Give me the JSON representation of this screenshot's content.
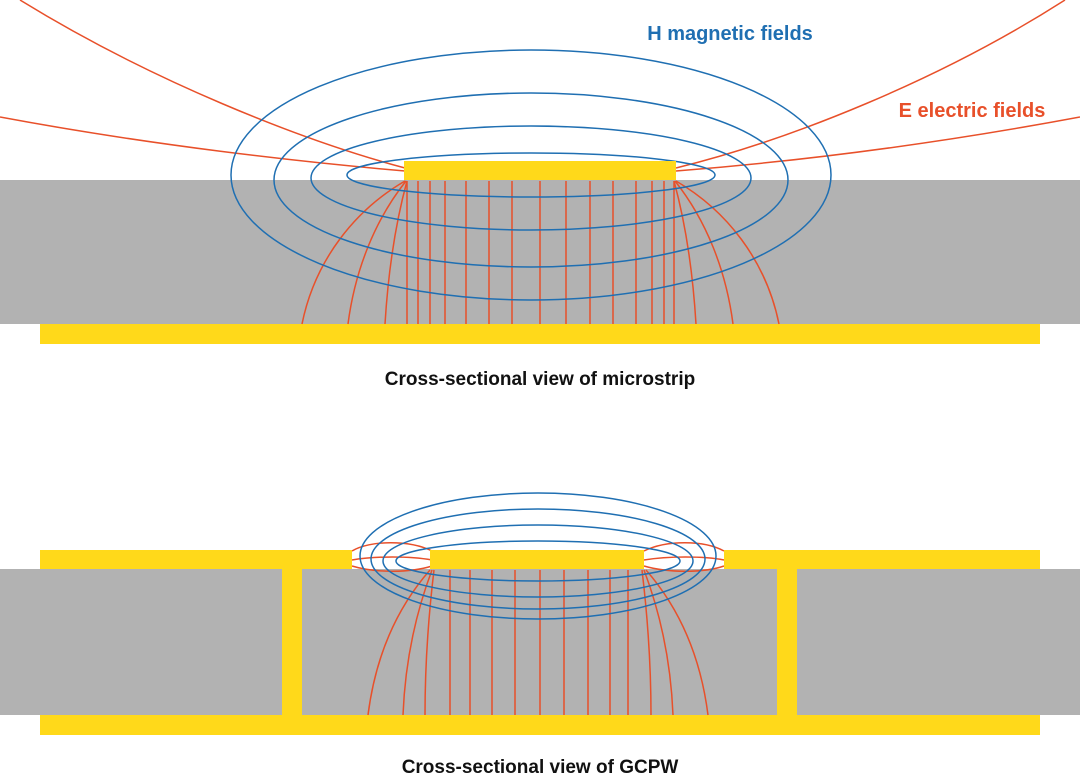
{
  "labels": {
    "h_field": "H magnetic fields",
    "e_field": "E electric fields",
    "microstrip_caption": "Cross-sectional view of microstrip",
    "gcpw_caption": "Cross-sectional view of GCPW"
  },
  "colors": {
    "substrate": "#b2b2b2",
    "conductor": "#ffd91a",
    "magnetic": "#1f6fb2",
    "electric": "#e8502a",
    "caption": "#111111"
  }
}
